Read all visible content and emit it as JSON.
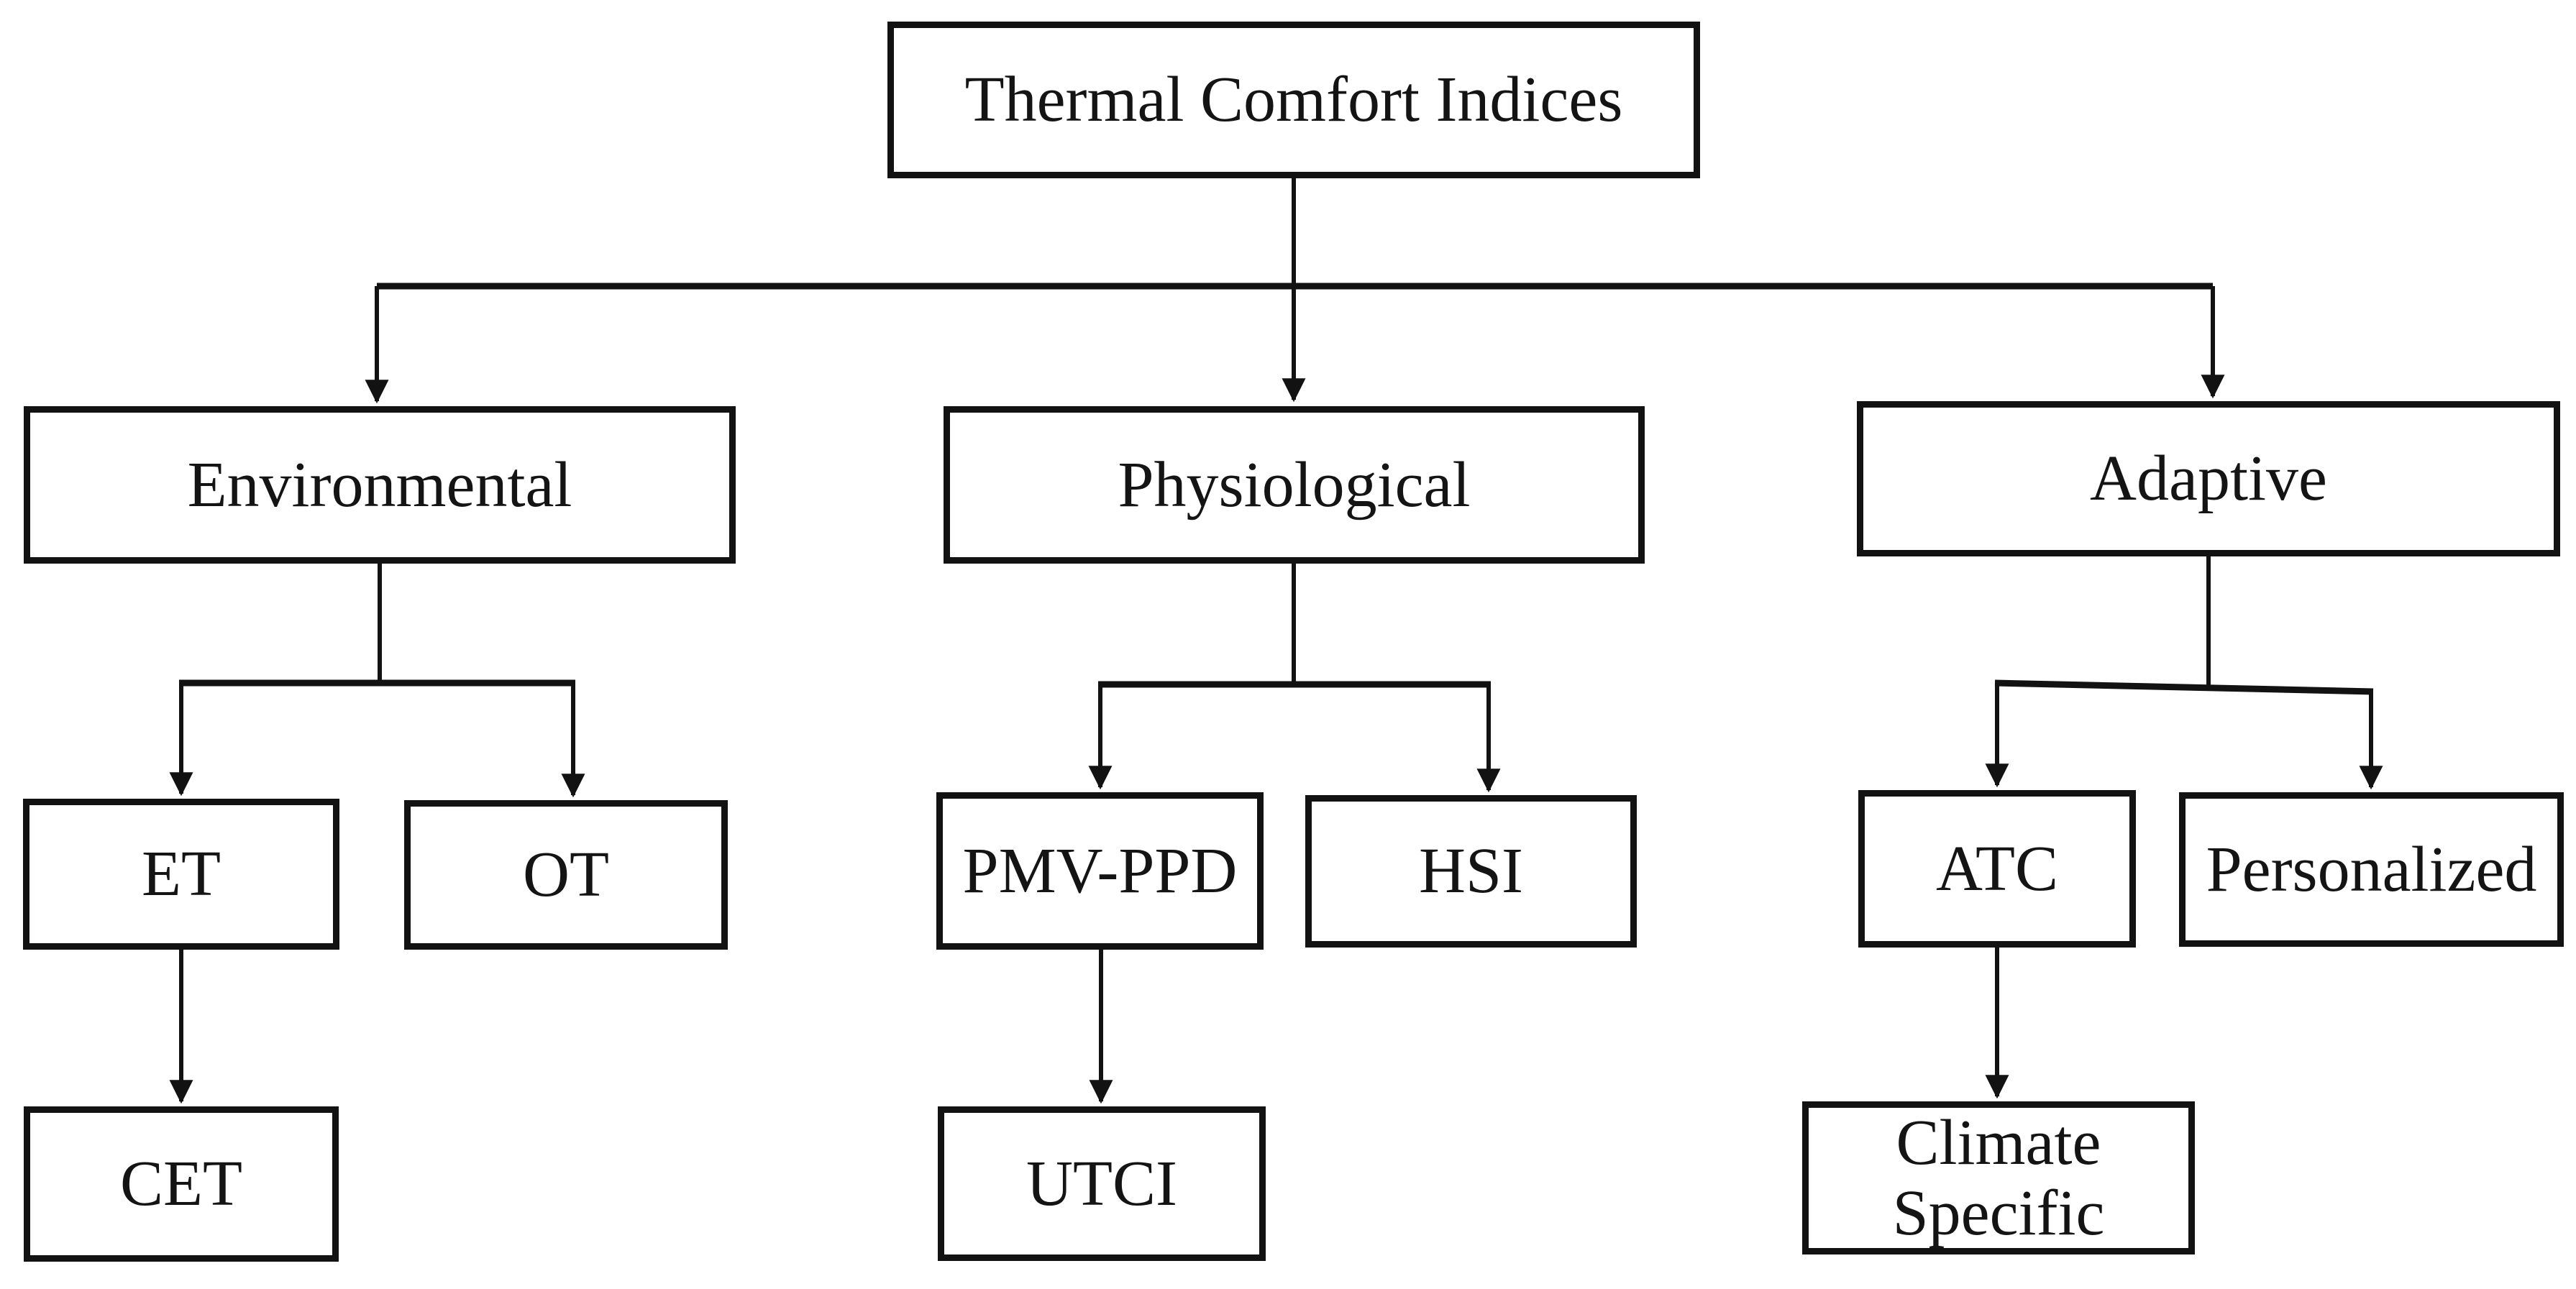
{
  "diagram": {
    "type": "flowchart",
    "title": "Thermal Comfort Indices",
    "nodes": {
      "root": {
        "label": "Thermal Comfort Indices"
      },
      "environmental": {
        "label": "Environmental"
      },
      "physiological": {
        "label": "Physiological"
      },
      "adaptive": {
        "label": "Adaptive"
      },
      "et": {
        "label": "ET"
      },
      "ot": {
        "label": "OT"
      },
      "pmv_ppd": {
        "label": "PMV-PPD"
      },
      "hsi": {
        "label": "HSI"
      },
      "atc": {
        "label": "ATC"
      },
      "personalized": {
        "label": "Personalized"
      },
      "cet": {
        "label": "CET"
      },
      "utci": {
        "label": "UTCI"
      },
      "climate_specific": {
        "label": "Climate Specific"
      }
    },
    "edges": [
      [
        "Thermal Comfort Indices",
        "Environmental"
      ],
      [
        "Thermal Comfort Indices",
        "Physiological"
      ],
      [
        "Thermal Comfort Indices",
        "Adaptive"
      ],
      [
        "Environmental",
        "ET"
      ],
      [
        "Environmental",
        "OT"
      ],
      [
        "Physiological",
        "PMV-PPD"
      ],
      [
        "Physiological",
        "HSI"
      ],
      [
        "Adaptive",
        "ATC"
      ],
      [
        "Adaptive",
        "Personalized"
      ],
      [
        "ET",
        "CET"
      ],
      [
        "PMV-PPD",
        "UTCI"
      ],
      [
        "ATC",
        "Climate Specific"
      ]
    ],
    "colors": {
      "line": "#121212",
      "box_border": "#121212",
      "background": "#ffffff",
      "text": "#141414"
    }
  }
}
